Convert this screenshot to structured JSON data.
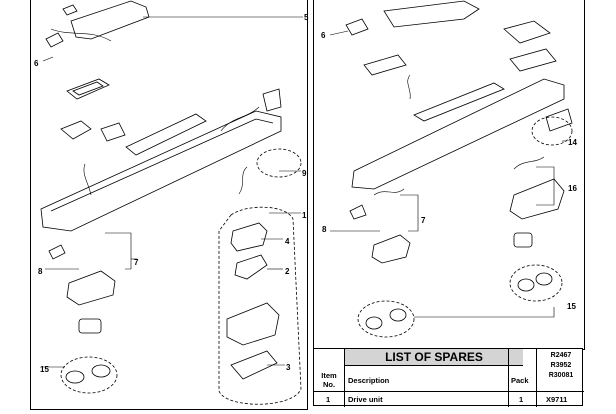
{
  "callouts_left": [
    "5",
    "6",
    "9",
    "1",
    "7",
    "4",
    "8",
    "2",
    "3",
    "15"
  ],
  "callouts_right": [
    "6",
    "14",
    "16",
    "7",
    "8",
    "15"
  ],
  "spares_table": {
    "title": "LIST OF SPARES",
    "codes": [
      "R2467",
      "R3952",
      "R30081"
    ],
    "headers": {
      "item": "Item No.",
      "item_line1": "Item",
      "item_line2": "No.",
      "description": "Description",
      "pack": "Pack"
    },
    "rows": [
      {
        "item": "1",
        "description": "Drive unit",
        "pack": "1",
        "code": "X9711"
      }
    ]
  }
}
